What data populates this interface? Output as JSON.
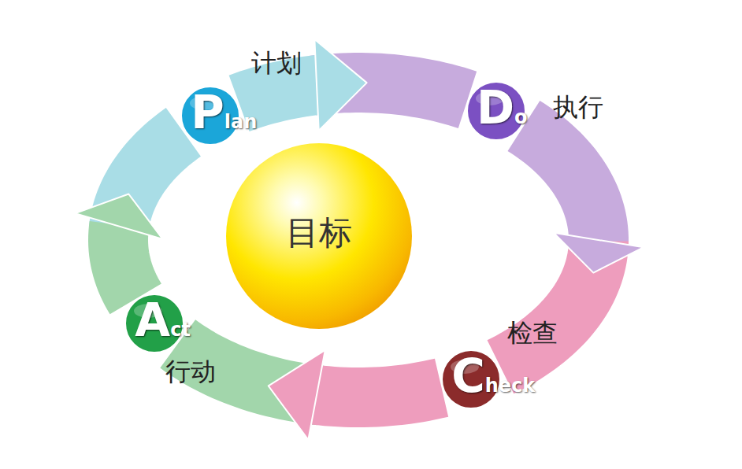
{
  "diagram": {
    "nodes": [
      {
        "text": [
          "计划",
          "Plan"
        ]
      },
      {
        "text": [
          "执行",
          "Do"
        ]
      },
      {
        "text": [
          "检查",
          "Check"
        ]
      },
      {
        "text": [
          "行动",
          "Act"
        ]
      },
      {
        "text": [
          "目标"
        ]
      }
    ],
    "edges": [
      {
        "from": 0,
        "to": 1,
        "arrow": "to"
      },
      {
        "from": 1,
        "to": 2,
        "arrow": "to"
      },
      {
        "from": 2,
        "to": 3,
        "arrow": "to"
      },
      {
        "from": 3,
        "to": 0,
        "arrow": "to"
      }
    ]
  }
}
